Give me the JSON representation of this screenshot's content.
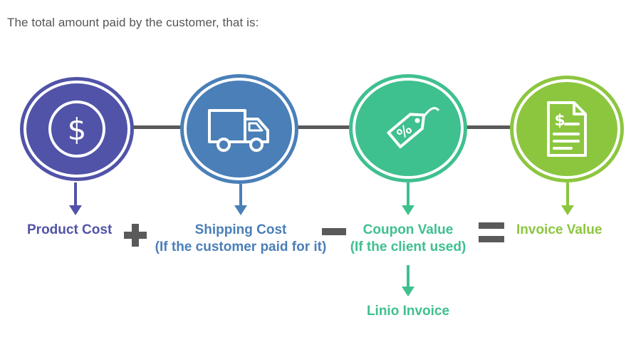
{
  "intro_text": "The total amount paid by the customer, that is:",
  "colors": {
    "product": "#5153a8",
    "shipping": "#4a7fb8",
    "coupon": "#3fc08f",
    "invoice": "#8cc63f",
    "connector": "#5a5a5a",
    "operator": "#5a5a5a"
  },
  "steps": [
    {
      "icon": "dollar-icon",
      "label": "Product Cost",
      "sublabel": ""
    },
    {
      "icon": "delivery-truck-icon",
      "label": "Shipping Cost",
      "sublabel": "(If the customer paid for it)"
    },
    {
      "icon": "discount-tag-icon",
      "label": "Coupon Value",
      "sublabel": "(If the client used)"
    },
    {
      "icon": "invoice-document-icon",
      "label": "Invoice Value",
      "sublabel": ""
    }
  ],
  "operators": [
    "plus",
    "minus",
    "equals"
  ],
  "extra_output": {
    "label": "Linio Invoice"
  }
}
